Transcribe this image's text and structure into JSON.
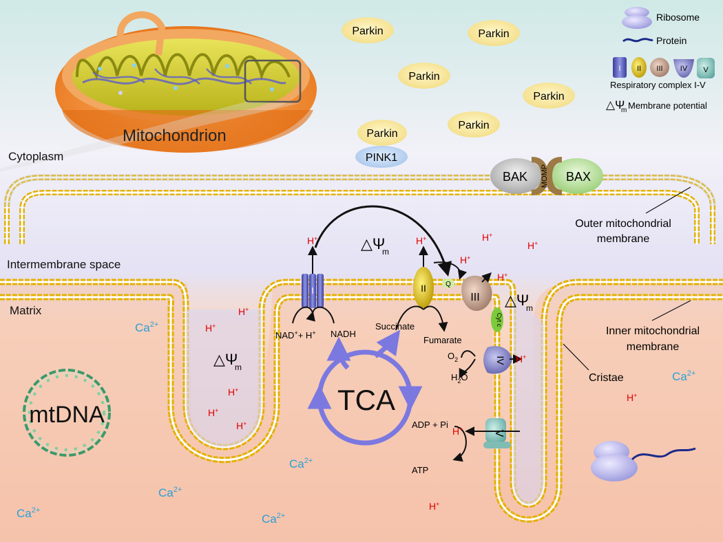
{
  "regions": {
    "cytoplasm": "Cytoplasm",
    "intermembrane": "Intermembrane space",
    "matrix": "Matrix"
  },
  "mito_label": "Mitochondrion",
  "membranes": {
    "outer_line1": "Outer mitochondrial",
    "outer_line2": "membrane",
    "inner_line1": "Inner mitochondrial",
    "inner_line2": "membrane",
    "cristae": "Cristae"
  },
  "cytoplasm_proteins": {
    "parkin": "Parkin",
    "pink1": "PINK1",
    "bak": "BAK",
    "bax": "BAX",
    "momp": "MOMP"
  },
  "legend": {
    "ribosome": "Ribosome",
    "protein": "Protein",
    "complex_labels": [
      "I",
      "II",
      "III",
      "IV",
      "V"
    ],
    "complex_caption": "Respiratory complex I-V",
    "potential_symbol": "△Ψ",
    "potential_sub": "m",
    "potential_caption": "Membrane potential"
  },
  "ions": {
    "h": "H",
    "h_sup": "+",
    "ca": "Ca",
    "ca_sup": "2+"
  },
  "potential": {
    "symbol": "△Ψ",
    "sub": "m"
  },
  "complexes": {
    "c1": "I",
    "c2": "II",
    "c3": "III",
    "c4": "IV",
    "c5": "V",
    "q": "Q",
    "cytc": "Cyt c"
  },
  "metabolites": {
    "nad": "NAD",
    "nad_rest": "+ H",
    "nadh": "NADH",
    "succinate": "Succinate",
    "fumarate": "Fumarate",
    "o2": "O",
    "o2_sub": "2",
    "h2o_h": "H",
    "h2o_sub": "2",
    "h2o_o": "O",
    "adp": "ADP + Pi",
    "atp": "ATP"
  },
  "tca": "TCA",
  "mtdna": "mtDNA",
  "colors": {
    "cytoplasm_top": "#cfe9e6",
    "matrix": "#f7cbb3",
    "intermembrane": "#dcdcf3",
    "lipid_head": "#e0b000",
    "tca_ring": "#7b78e0",
    "proton": "#e00000",
    "calcium": "#2a9fd8",
    "dna": "#3a9a6a"
  }
}
